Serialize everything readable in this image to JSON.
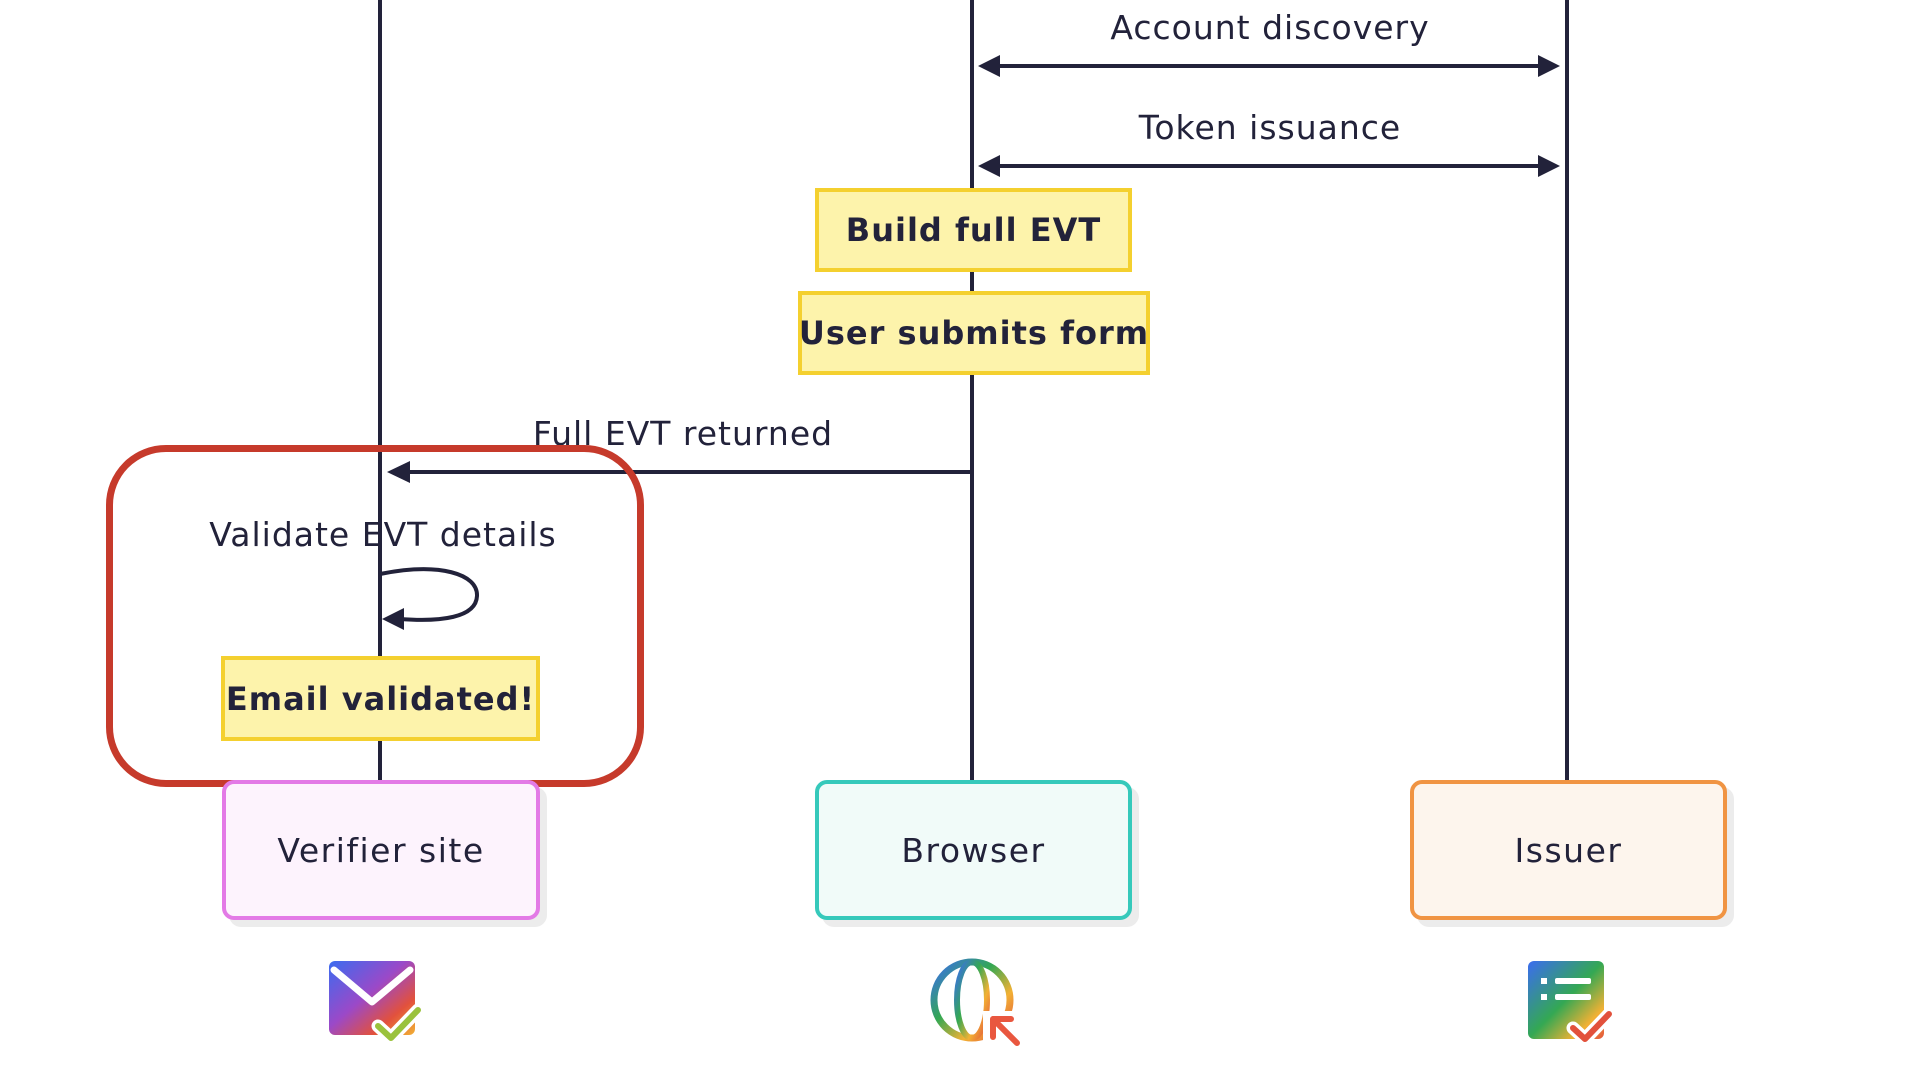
{
  "messages": {
    "account_discovery": "Account discovery",
    "token_issuance": "Token issuance",
    "full_evt_returned": "Full EVT returned",
    "validate_evt": "Validate EVT details"
  },
  "notes": {
    "build_full_evt": "Build full EVT",
    "user_submits_form": "User submits form",
    "email_validated": "Email validated!"
  },
  "actors": [
    {
      "label": "Verifier site",
      "border": "#e37ae6",
      "fill": "#fdf3fd",
      "icon": "email-check-icon"
    },
    {
      "label": "Browser",
      "border": "#36c9bb",
      "fill": "#f1fbf9",
      "icon": "globe-cursor-icon"
    },
    {
      "label": "Issuer",
      "border": "#f09443",
      "fill": "#fdf5ed",
      "icon": "list-check-icon"
    }
  ],
  "colors": {
    "line": "#22223a",
    "note_fill": "#fdf3ab",
    "note_border": "#f4d02f",
    "highlight": "#c63a2b"
  }
}
